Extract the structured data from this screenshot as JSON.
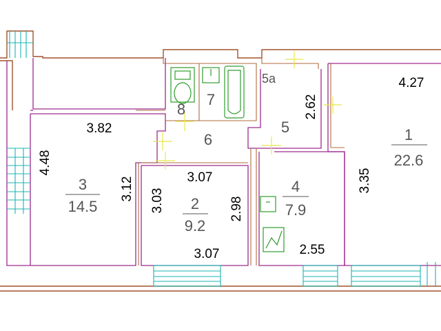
{
  "colors": {
    "wall": "#a0522d",
    "partition": "#9c2a8e",
    "window": "#19b5b0",
    "fixture": "#2e9c2e",
    "marker": "#e8e84a",
    "label": "#555555",
    "dimension": "#000000"
  },
  "rooms": [
    {
      "id": "1",
      "number": "1",
      "area": "22.6"
    },
    {
      "id": "2",
      "number": "2",
      "area": "9.2"
    },
    {
      "id": "3",
      "number": "3",
      "area": "14.5"
    },
    {
      "id": "4",
      "number": "4",
      "area": "7.9"
    },
    {
      "id": "5",
      "number": "5"
    },
    {
      "id": "5a",
      "number": "5a"
    },
    {
      "id": "6",
      "number": "6"
    },
    {
      "id": "7",
      "number": "7"
    },
    {
      "id": "8",
      "number": "8"
    }
  ],
  "dimensions": {
    "room1_width": "4.27",
    "room1_length": "3.35",
    "room3_width": "3.82",
    "room3_length": "4.48",
    "room3_side": "3.12",
    "room2_top": "3.07",
    "room2_left": "3.03",
    "room2_right": "2.98",
    "room2_bottom": "3.07",
    "room5_length": "2.62",
    "room4_width": "2.55"
  }
}
